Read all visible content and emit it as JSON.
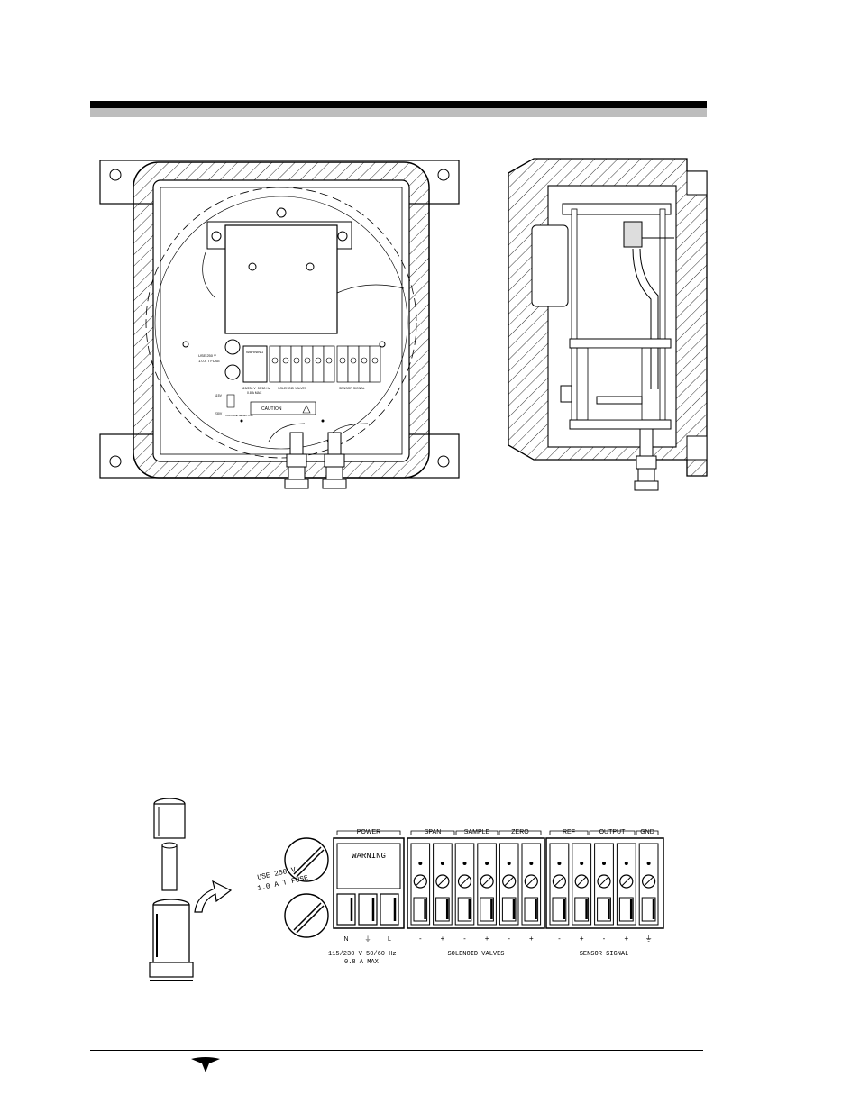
{
  "figure_top": {
    "front_view": {
      "fuse_label_line1": "USE 250 V",
      "fuse_label_line2": "1.0 A T FUSE",
      "warning_label": "WARNING",
      "power_caption_line1": "115/230 V~50/60 Hz",
      "power_caption_line2": "0.8 A MAX",
      "solenoid_caption": "SOLENOID VALVES",
      "sensor_caption": "SENSOR SIGNAL",
      "caution_label": "CAUTION",
      "voltage_top": "115V",
      "voltage_bottom": "230V",
      "voltage_selector": "VOLTAGE SELECTOR"
    }
  },
  "figure_bottom": {
    "fuse_label_line1": "USE 250 V",
    "fuse_label_line2": "1.0 A T FUSE",
    "group_labels": {
      "power": "POWER",
      "span": "SPAN",
      "sample": "SAMPLE",
      "zero": "ZERO",
      "ref": "REF",
      "output": "OUTPUT",
      "gnd": "GND"
    },
    "warning_label": "WARNING",
    "power_terminal_labels": [
      "N",
      "⏚",
      "L"
    ],
    "solenoid_polarity": [
      "-",
      "+",
      "-",
      "+",
      "-",
      "+"
    ],
    "sensor_polarity": [
      "-",
      "+",
      "-",
      "+",
      "⏚"
    ],
    "power_caption_line1": "115/230 V~50/60 Hz",
    "power_caption_line2": "0.8 A MAX",
    "solenoid_caption": "SOLENOID VALVES",
    "sensor_caption": "SENSOR SIGNAL"
  },
  "icons": {
    "footer_logo": "teledyne-logo-icon"
  }
}
